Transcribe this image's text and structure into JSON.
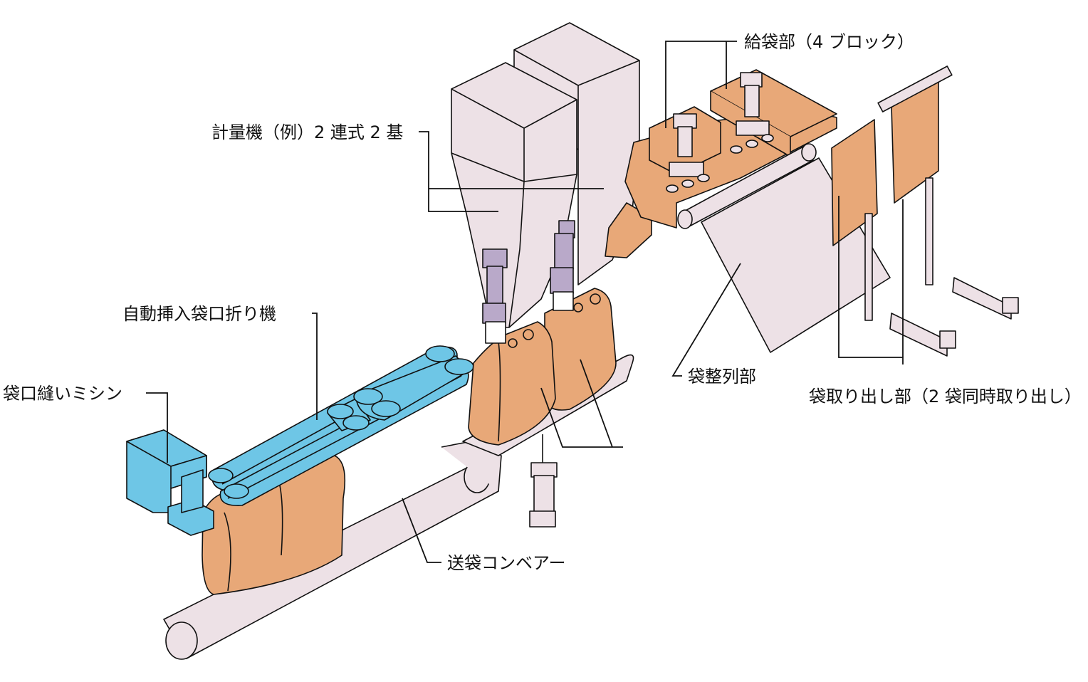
{
  "labels": {
    "weigher": "計量機（例）2 連式 2 基",
    "bag_feeder": "給袋部（4 ブロック）",
    "folder": "自動挿入袋口折り機",
    "sewing": "袋口縫いミシン",
    "aligner": "袋整列部",
    "takeout": "袋取り出し部（2 袋同時取り出し）",
    "conveyor": "送袋コンベアー"
  },
  "colors": {
    "pink": "#ede1e6",
    "orange": "#e8a878",
    "blue": "#6ec6e6",
    "cyl": "#b9a9c9",
    "outline": "#111111"
  }
}
